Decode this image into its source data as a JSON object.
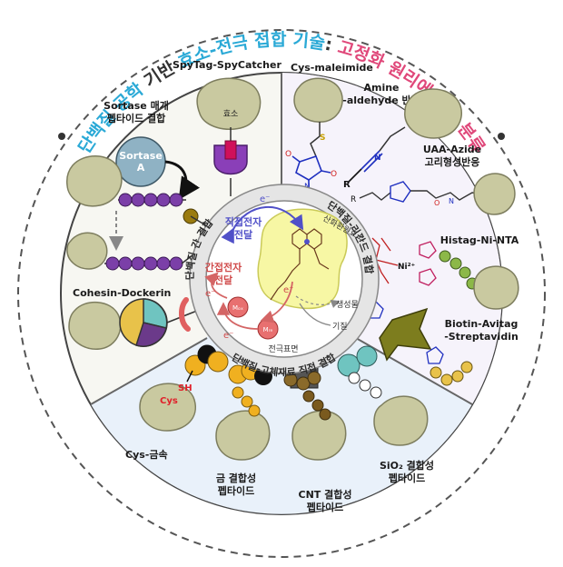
{
  "title": {
    "part1": "단백질 공학",
    "part2": " 기반 ",
    "part3": "효소-전극 접합 기술",
    "part4": ": ",
    "part5": "고정화 원리에 따른 분류"
  },
  "colors": {
    "title_blue": "#2aa9d6",
    "title_dark": "#333333",
    "title_pink": "#e0487a",
    "protein": "#c9c9a0",
    "protein_stroke": "#7d7d5e",
    "bead_purple": "#7b3fa8",
    "bead_olive": "#9a8a2c",
    "bead_brown": "#7a5a1e",
    "arrow_blue": "#5050c8",
    "arrow_red": "#d46565",
    "core_yellow": "#f7f7a0"
  },
  "ring_labels": {
    "left": "단백질 간 결합",
    "right": "단백질-리간드 결합",
    "bottom": "단백질-고체재료 직접 결합"
  },
  "center": {
    "direct": "직접전자\n전달",
    "indirect": "간접전자\n전달",
    "enzyme": "산화환원효소",
    "product": "생성물",
    "substrate": "기질",
    "electrode": "전극표면",
    "eminus": "e⁻",
    "mediator_ox": "Mₒₓ",
    "mediator_red": "Mᵣₑ"
  },
  "sections": {
    "top_left": {
      "spytag": "SpyTag-SpyCatcher",
      "enzyme_label": "효소",
      "sortase_title": "Sortase 매개\n펩타이드 결합",
      "sortase_circle": "Sortase\nA",
      "cohesin": "Cohesin-Dockerin"
    },
    "top_right": {
      "cys_maleimide": "Cys-maleimide",
      "amine": "Amine\n-aldehyde 반응",
      "uaa": "UAA-Azide\n고리형성반응",
      "histag": "Histag-Ni-NTA",
      "biotin": "Biotin-Avitag\n-Streptavidin"
    },
    "bottom": {
      "cys_metal": "Cys-금속",
      "cys_tag": "Cys",
      "sh": "SH",
      "gold": "금 결합성\n펩타이드",
      "cnt": "CNT 결합성\n펩타이드",
      "sio2": "SiO₂ 결합성\n펩타이드"
    }
  }
}
